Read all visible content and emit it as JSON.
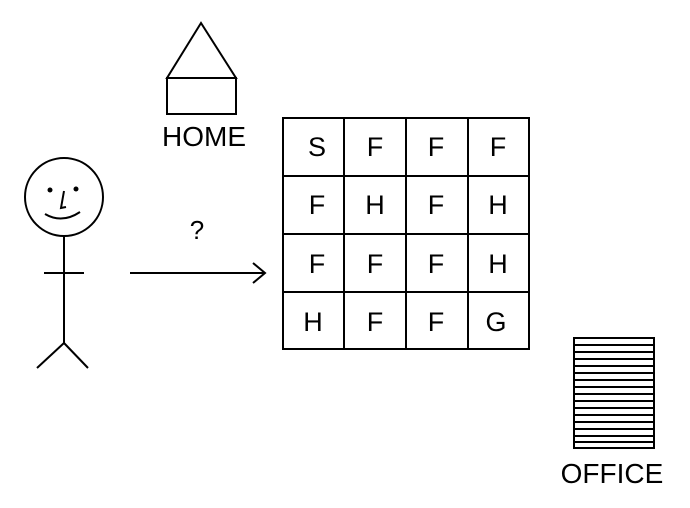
{
  "home": {
    "label": "HOME"
  },
  "office": {
    "label": "OFFICE"
  },
  "arrow": {
    "label": "?"
  },
  "grid": {
    "rows": [
      [
        "S",
        "F",
        "F",
        "F"
      ],
      [
        "F",
        "H",
        "F",
        "H"
      ],
      [
        "F",
        "F",
        "F",
        "H"
      ],
      [
        "H",
        "F",
        "F",
        "G"
      ]
    ]
  }
}
